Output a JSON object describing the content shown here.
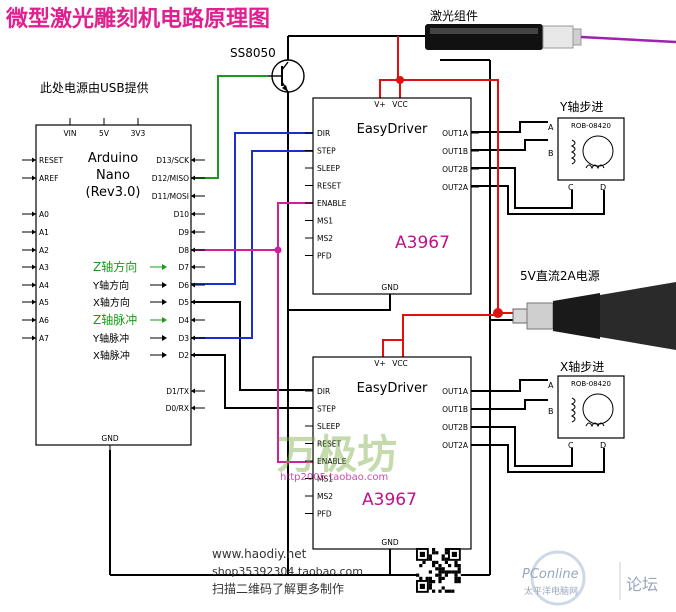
{
  "title": "微型激光雕刻机电路原理图",
  "labels": {
    "transistor": "SS8050",
    "laser": "激光组件",
    "usb_power": "此处电源由USB提供",
    "y_motor_title": "Y轴步进",
    "x_motor_title": "X轴步进",
    "power_supply": "5V直流2A电源",
    "motor_model": "ROB-08420"
  },
  "arduino": {
    "title_lines": [
      "Arduino",
      "Nano",
      "(Rev3.0)"
    ],
    "top_pins": [
      "VIN",
      "5V",
      "3V3"
    ],
    "left_pins": [
      "RESET",
      "AREF",
      "A0",
      "A1",
      "A2",
      "A3",
      "A4",
      "A5",
      "A6",
      "A7"
    ],
    "right_pins": [
      "D13/SCK",
      "D12/MISO",
      "D11/MOSI",
      "D10",
      "D9",
      "D8",
      "D7",
      "D6",
      "D5",
      "D4",
      "D3",
      "D2",
      "D1/TX",
      "D0/RX"
    ],
    "bottom_pin": "GND"
  },
  "signal_labels": [
    "Z轴方向",
    "Y轴方向",
    "X轴方向",
    "Z轴脉冲",
    "Y轴脉冲",
    "X轴脉冲"
  ],
  "driver": {
    "title": "EasyDriver",
    "chip": "A3967",
    "top_pins": [
      "V+",
      "VCC"
    ],
    "left_pins": [
      "DIR",
      "STEP",
      "SLEEP",
      "RESET",
      "ENABLE",
      "MS1",
      "MS2",
      "PFD"
    ],
    "right_pins": [
      "OUT1A",
      "OUT1B",
      "OUT2B",
      "OUT2A"
    ],
    "bottom_pin": "GND"
  },
  "motor": {
    "pins": [
      "A",
      "B",
      "C",
      "D"
    ]
  },
  "watermark": {
    "brand": "万极坊",
    "url": "http2005.taobao.com",
    "website": "www.haodiy.net",
    "shop": "shop35392304.taobao.com",
    "scan": "扫描二维码了解更多制作",
    "corner_brand": "PConline",
    "corner_sub": "太平洋电脑网",
    "corner_forum": "论坛"
  },
  "colors": {
    "title": "#e0208f",
    "label_magenta": "#c0108a",
    "label_green": "#1a9a1a",
    "chip": "#c0108a",
    "laser_beam": "#a020b0"
  }
}
